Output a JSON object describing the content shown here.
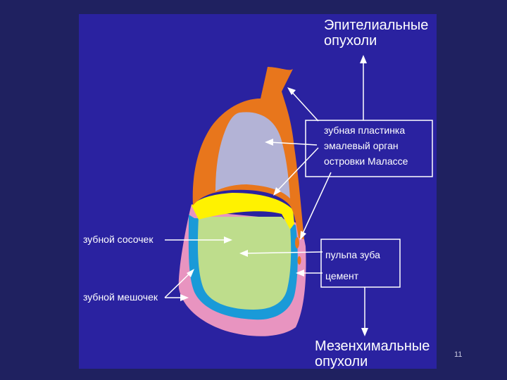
{
  "top_title": {
    "line1": "Эпителиальные",
    "line2": "опухоли"
  },
  "bottom_title": {
    "line1": "Мезенхимальные",
    "line2": "опухоли"
  },
  "epithelial_box": {
    "items": [
      "зубная пластинка",
      "эмалевый орган",
      "островки Малассе"
    ]
  },
  "mesenchymal_box": {
    "items": [
      "пульпа зуба",
      "цемент"
    ]
  },
  "left_labels": {
    "papilla": "зубной сосочек",
    "follicle": "зубной мешочек"
  },
  "page_number": "11",
  "colors": {
    "background": "#1f2160",
    "panel": "#2a22a0",
    "orange": "#e8761c",
    "lavender": "#b3b3d6",
    "yellow": "#fff200",
    "green": "#bedd8c",
    "blue": "#1a9ad8",
    "pink": "#e894c0"
  }
}
